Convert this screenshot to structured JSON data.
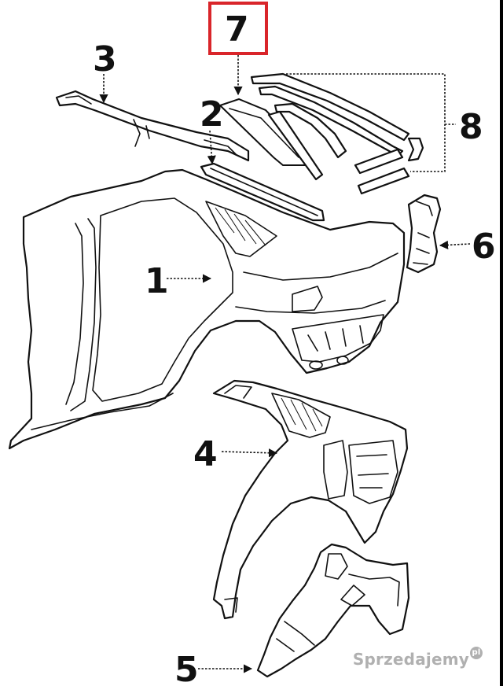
{
  "diagram": {
    "callouts": [
      {
        "id": "1",
        "label": "1"
      },
      {
        "id": "2",
        "label": "2"
      },
      {
        "id": "3",
        "label": "3"
      },
      {
        "id": "4",
        "label": "4"
      },
      {
        "id": "5",
        "label": "5"
      },
      {
        "id": "6",
        "label": "6"
      },
      {
        "id": "7",
        "label": "7"
      },
      {
        "id": "8",
        "label": "8"
      }
    ],
    "highlighted_callout": "7",
    "highlight_color": "#d9252a"
  },
  "watermark": {
    "text": "Sprzedajemy",
    "suffix": "pl"
  }
}
